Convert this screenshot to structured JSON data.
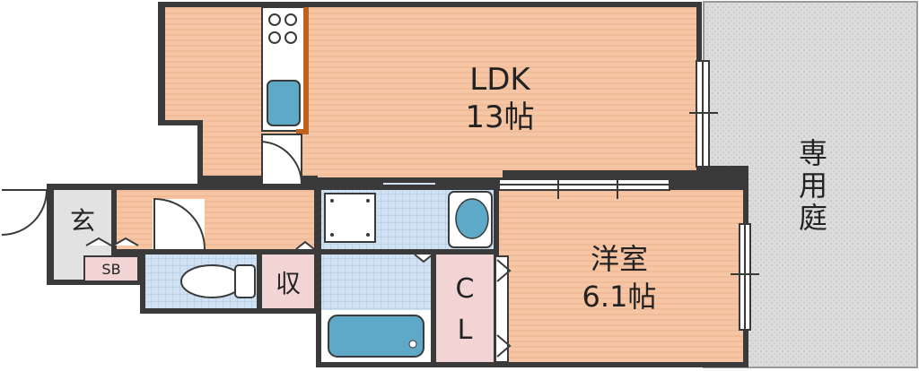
{
  "rooms": {
    "ldk": {
      "name": "LDK",
      "size": "13帖"
    },
    "western": {
      "name": "洋室",
      "size": "6.1帖"
    },
    "entrance": {
      "name": "玄"
    },
    "shoebox": {
      "name": "SB"
    },
    "storage": {
      "name": "収"
    },
    "closet": {
      "line1": "C",
      "line2": "L"
    },
    "garden": {
      "line1": "専",
      "line2": "用",
      "line3": "庭"
    }
  },
  "colors": {
    "wall": "#3a3a3a",
    "ldk_floor": "#f6c6a4",
    "wet_floor": "#cfe1f2",
    "storage_floor": "#f2d4d4",
    "fixture": "#5ea8c8",
    "garden": "#dcdcdc",
    "counter": "#c0621f"
  }
}
